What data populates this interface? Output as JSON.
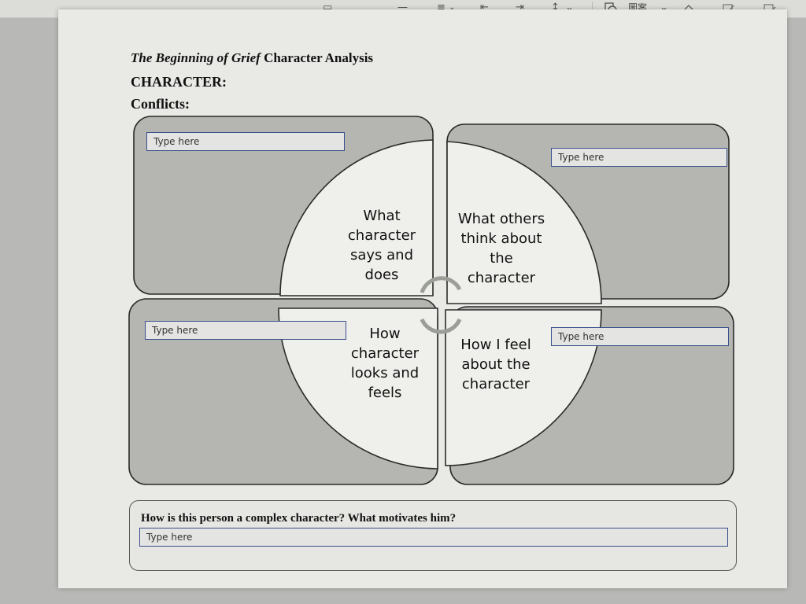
{
  "ribbon": {
    "pattern_label": "圖案",
    "chevron": "⌄"
  },
  "document": {
    "title_italic": "The Beginning of Grief",
    "title_rest": " Character Analysis",
    "character_label": "CHARACTER:",
    "conflicts_label": "Conflicts:"
  },
  "quadrants": {
    "top_left": {
      "placeholder": "Type here",
      "circle_text": [
        "What",
        "character",
        "says and",
        "does"
      ]
    },
    "top_right": {
      "placeholder": "Type here",
      "circle_text": [
        "What others",
        "think about",
        "the",
        "character"
      ]
    },
    "bottom_left": {
      "placeholder": "Type here",
      "circle_text": [
        "How",
        "character",
        "looks and",
        "feels"
      ]
    },
    "bottom_right": {
      "placeholder": "Type here",
      "circle_text": [
        "How I feel",
        "about the",
        "character"
      ]
    }
  },
  "question": {
    "label": "How is this person a complex character? What motivates him?",
    "placeholder": "Type here"
  },
  "colors": {
    "panel_fill": "#b5b5b1",
    "circle_fill": "#efefec",
    "border": "#2a2a2a",
    "textbox_border": "#3a4f8c"
  }
}
